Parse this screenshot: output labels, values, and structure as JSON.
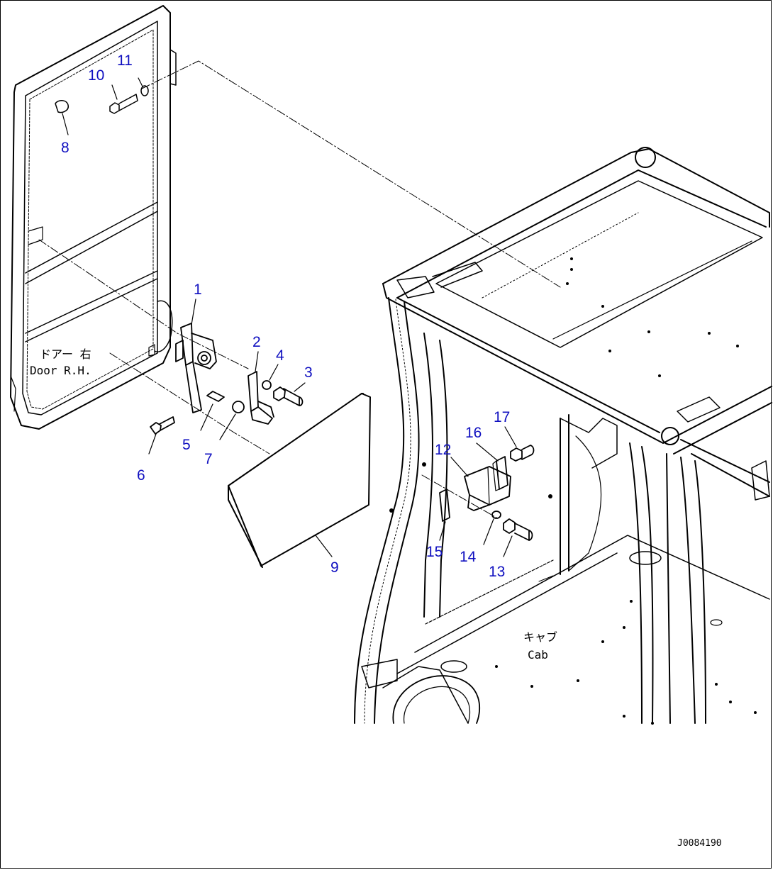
{
  "labels": {
    "door_jp": "ドアー 右",
    "door_en": "Door R.H.",
    "cab_jp": "キャブ",
    "cab_en": "Cab"
  },
  "doc_id": "J0084190",
  "callouts": [
    "1",
    "2",
    "3",
    "4",
    "5",
    "6",
    "7",
    "8",
    "9",
    "10",
    "11",
    "12",
    "13",
    "14",
    "15",
    "16",
    "17"
  ],
  "colors": {
    "callout": "#1010c0",
    "line": "#000000"
  }
}
